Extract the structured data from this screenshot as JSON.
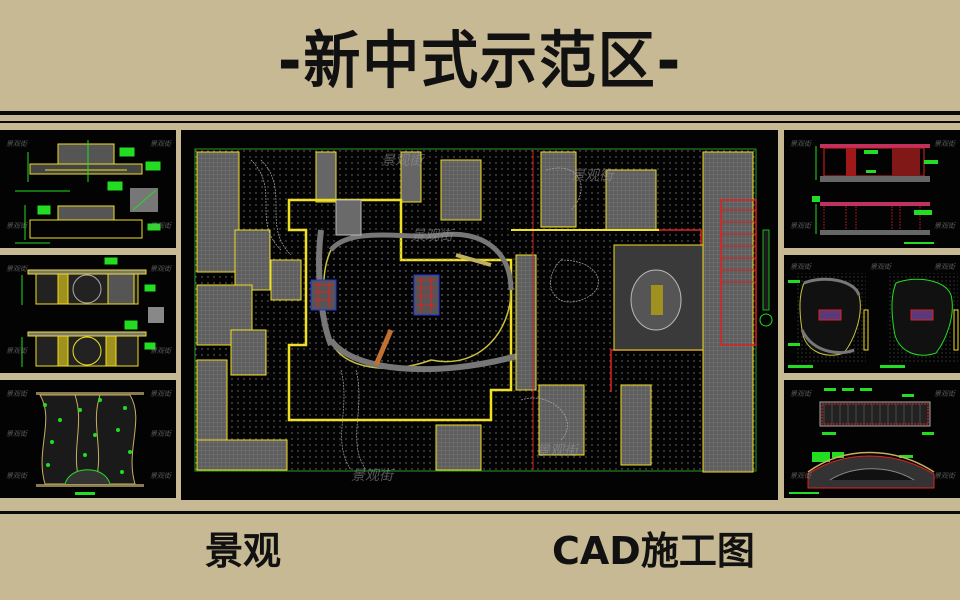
{
  "header": {
    "title": "-新中式示范区-"
  },
  "footer": {
    "left_label": "景观",
    "right_label": "CAD施工图"
  },
  "watermark": "景观街",
  "colors": {
    "background": "#c8b995",
    "rule": "#0a0a0a",
    "panel_bg": "#030303",
    "cad_yellow": "#f0e020",
    "cad_green": "#22dd22",
    "cad_red": "#e02020",
    "cad_gray": "#6e6e6e",
    "cad_blue": "#2030e0",
    "cad_purple": "#8a3cc8"
  },
  "panels": {
    "left": [
      {
        "id": "left-1",
        "content": "pavilion-elevation-drawings"
      },
      {
        "id": "left-2",
        "content": "moon-gate-wall-elevations"
      },
      {
        "id": "left-3",
        "content": "garden-planting-plan"
      }
    ],
    "center": {
      "id": "main",
      "content": "site-master-plan"
    },
    "right": [
      {
        "id": "right-1",
        "content": "corridor-elevations-red"
      },
      {
        "id": "right-2",
        "content": "pond-garden-plans"
      },
      {
        "id": "right-3",
        "content": "arched-bridge-plan-and-section"
      }
    ]
  }
}
